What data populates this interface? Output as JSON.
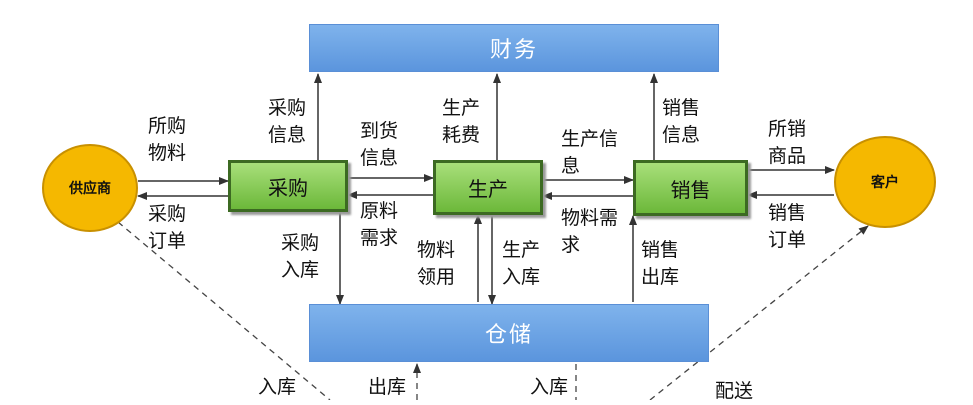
{
  "nodes": {
    "finance": "财务",
    "purchase": "采购",
    "production": "生产",
    "sales": "销售",
    "warehouse": "仓储",
    "supplier": "供应商",
    "customer": "客户"
  },
  "labels": {
    "purchased_materials": "所购\n物料",
    "purchase_order": "采购\n订单",
    "purchase_info": "采购\n信息",
    "purchase_inbound": "采购\n入库",
    "goods_arrival_info": "到货\n信息",
    "material_requirement": "原料\n需求",
    "production_cost": "生产\n耗费",
    "material_requisition": "物料\n领用",
    "production_inbound": "生产\n入库",
    "production_info": "生产信\n息",
    "material_demand": "物料需\n求",
    "sales_info": "销售\n信息",
    "sales_outbound": "销售\n出库",
    "products_sold": "所销\n商品",
    "sales_order": "销售\n订单",
    "inbound_left": "入库",
    "outbound": "出库",
    "inbound_right": "入库",
    "delivery": "配送"
  }
}
